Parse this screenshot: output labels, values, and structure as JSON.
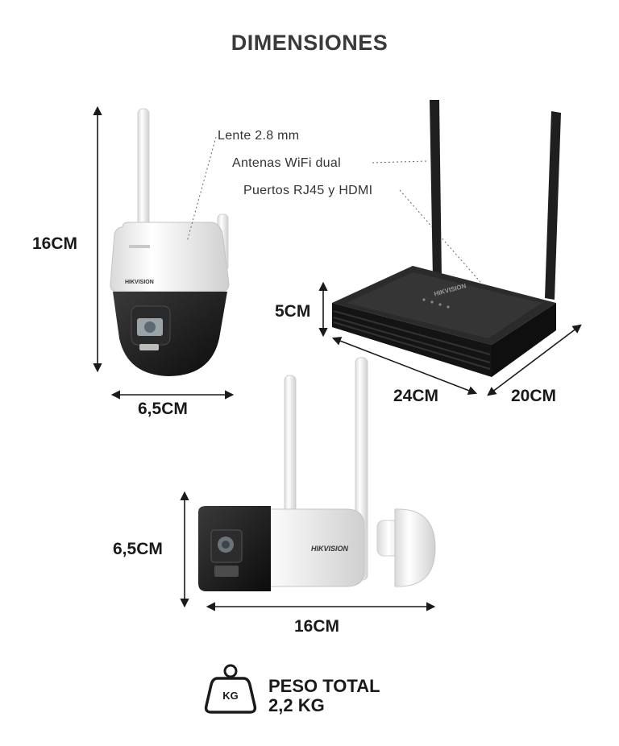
{
  "title": "DIMENSIONES",
  "callouts": {
    "lens": "Lente 2.8 mm",
    "antennas": "Antenas WiFi dual",
    "ports": "Puertos RJ45 y HDMI"
  },
  "ptz_camera": {
    "brand": "HIKVISION",
    "height": "16CM",
    "width": "6,5CM"
  },
  "nvr_router": {
    "brand": "HIKVISION",
    "height": "5CM",
    "length": "24CM",
    "depth": "20CM"
  },
  "bullet_camera": {
    "brand": "HIKVISION",
    "height": "6,5CM",
    "length": "16CM"
  },
  "weight": {
    "icon_label": "KG",
    "label": "PESO TOTAL",
    "value": "2,2 KG"
  }
}
